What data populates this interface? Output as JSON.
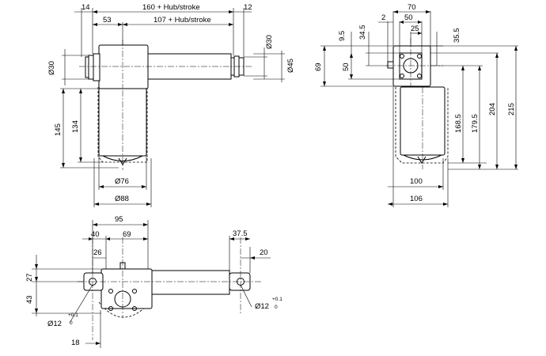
{
  "colors": {
    "line": "#000000",
    "background": "#ffffff"
  },
  "labels": {
    "top_left_14": "14",
    "top_stroke_160": "160 + Hub/stroke",
    "top_right_12": "12",
    "dim_53": "53",
    "dim_107_stroke": "107 + Hub/stroke",
    "dia30_left": "Ø30",
    "dia30_right": "Ø30",
    "dia45": "Ø45",
    "dim_145": "145",
    "dim_134": "134",
    "dia76": "Ø76",
    "dia88": "Ø88",
    "side_70": "70",
    "side_9_5": "9.5",
    "side_34_5": "34.5",
    "side_2": "2",
    "side_50_top": "50",
    "side_25": "25",
    "side_35_5": "35.5",
    "side_69": "69",
    "side_50_left": "50",
    "side_168_5": "168.5",
    "side_179_5": "179.5",
    "side_204": "204",
    "side_215": "215",
    "side_100": "100",
    "side_106": "106",
    "bot_95": "95",
    "bot_40": "40",
    "bot_69": "69",
    "bot_26": "26",
    "bot_27": "27",
    "bot_43": "43",
    "bot_dia12_left": "Ø12",
    "bot_18": "18",
    "bot_37_5": "37.5",
    "bot_20": "20",
    "bot_dia12_right": "Ø12",
    "tol_plus": "+0.1",
    "tol_zero": "0"
  }
}
